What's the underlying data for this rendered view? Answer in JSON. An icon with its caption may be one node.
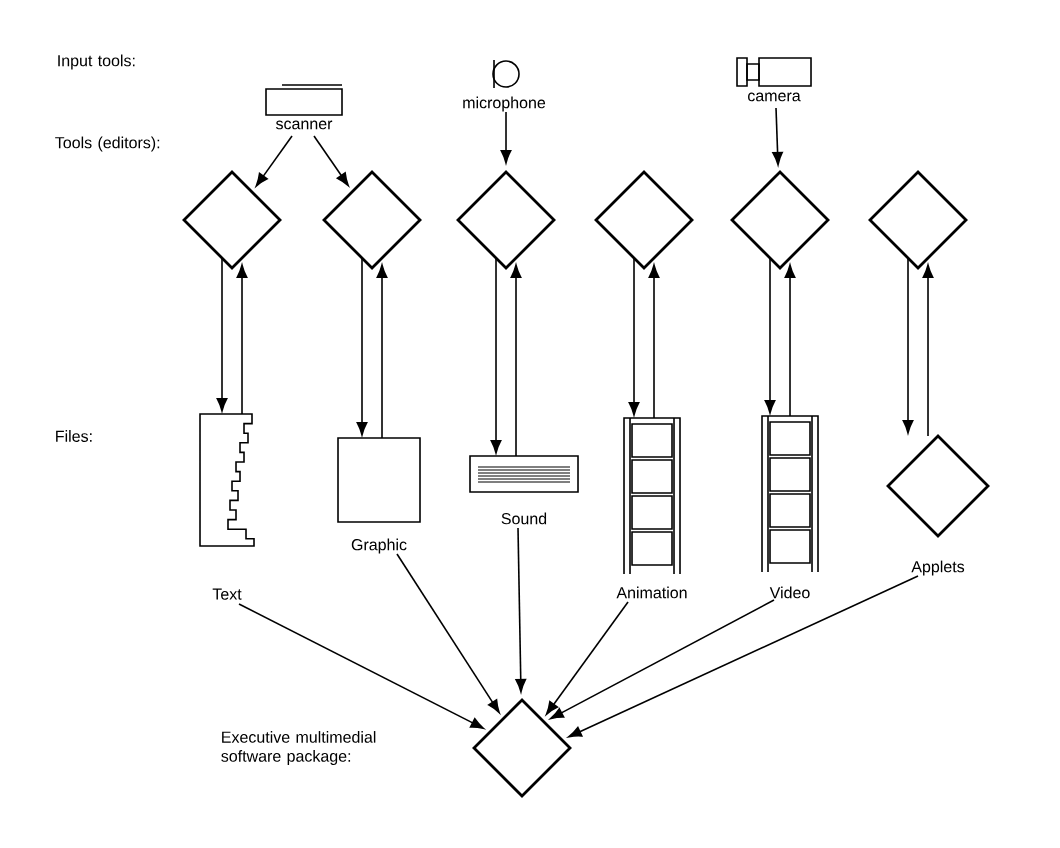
{
  "diagram": {
    "nodes": [
      {
        "text": [
          "scanner"
        ]
      },
      {
        "text": [
          "microphone"
        ]
      },
      {
        "text": [
          "camera"
        ]
      },
      {
        "text": [],
        "shape": "diamond"
      },
      {
        "text": [],
        "shape": "diamond"
      },
      {
        "text": [],
        "shape": "diamond"
      },
      {
        "text": [],
        "shape": "diamond"
      },
      {
        "text": [],
        "shape": "diamond"
      },
      {
        "text": [],
        "shape": "diamond"
      },
      {
        "text": [
          "Text"
        ]
      },
      {
        "text": [
          "Graphic"
        ]
      },
      {
        "text": [
          "Sound"
        ]
      },
      {
        "text": [
          "Animation"
        ]
      },
      {
        "text": [
          "Video"
        ]
      },
      {
        "text": [
          "Applets"
        ]
      },
      {
        "text": [],
        "shape": "diamond"
      }
    ],
    "edges": [
      {
        "from": 0,
        "to": 3,
        "arrow": "to"
      },
      {
        "from": 0,
        "to": 4,
        "arrow": "to"
      },
      {
        "from": 1,
        "to": 5,
        "arrow": "to"
      },
      {
        "from": 2,
        "to": 7,
        "arrow": "to"
      },
      {
        "from": 3,
        "to": 9,
        "arrow": "to"
      },
      {
        "from": 9,
        "to": 3,
        "arrow": "to"
      },
      {
        "from": 4,
        "to": 10,
        "arrow": "to"
      },
      {
        "from": 10,
        "to": 4,
        "arrow": "to"
      },
      {
        "from": 5,
        "to": 11,
        "arrow": "to"
      },
      {
        "from": 11,
        "to": 5,
        "arrow": "to"
      },
      {
        "from": 6,
        "to": 12,
        "arrow": "to"
      },
      {
        "from": 12,
        "to": 6,
        "arrow": "to"
      },
      {
        "from": 7,
        "to": 13,
        "arrow": "to"
      },
      {
        "from": 13,
        "to": 7,
        "arrow": "to"
      },
      {
        "from": 8,
        "to": 14,
        "arrow": "to"
      },
      {
        "from": 14,
        "to": 8,
        "arrow": "to"
      },
      {
        "from": 9,
        "to": 15,
        "arrow": "to"
      },
      {
        "from": 10,
        "to": 15,
        "arrow": "to"
      },
      {
        "from": 11,
        "to": 15,
        "arrow": "to"
      },
      {
        "from": 12,
        "to": 15,
        "arrow": "to"
      },
      {
        "from": 13,
        "to": 15,
        "arrow": "to"
      },
      {
        "from": 14,
        "to": 15,
        "arrow": "to"
      }
    ],
    "labels": [
      "Input tools:",
      "Tools (editors):",
      "Files:",
      "Executive multimedial software package:"
    ]
  }
}
